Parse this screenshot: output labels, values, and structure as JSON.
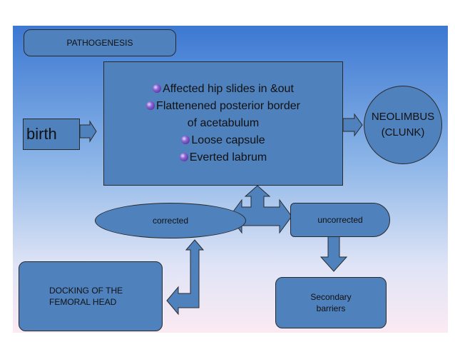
{
  "title": "PATHOGENESIS",
  "birth": "birth",
  "main_box": {
    "lines": [
      {
        "bullet": true,
        "text": "Affected hip slides in &out"
      },
      {
        "bullet": true,
        "text": "Flattenened posterior border"
      },
      {
        "bullet": false,
        "text": "of acetabulum"
      },
      {
        "bullet": true,
        "text": "Loose capsule"
      },
      {
        "bullet": true,
        "text": "Everted labrum"
      }
    ]
  },
  "neolimbus": {
    "line1": "NEOLIMBUS",
    "line2": "(CLUNK)"
  },
  "corrected": "corrected",
  "uncorrected": "uncorrected",
  "docking": {
    "line1": "DOCKING OF THE",
    "line2": "FEMORAL HEAD"
  },
  "secondary": {
    "line1": "Secondary",
    "line2": "barriers"
  },
  "colors": {
    "shape_fill": "#4f81bd",
    "outline": "#2a2a2a",
    "bullet": "#6a3fbf"
  }
}
